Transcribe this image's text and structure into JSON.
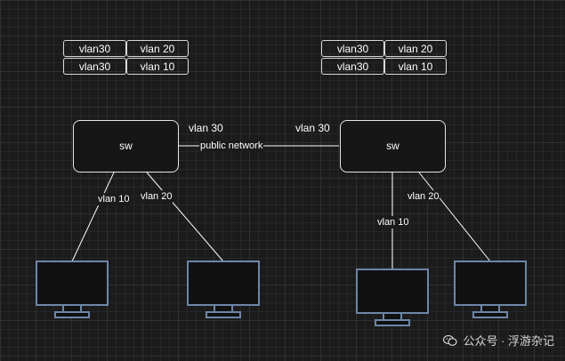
{
  "switches": {
    "left_label": "sw",
    "right_label": "sw"
  },
  "vlan_tables": {
    "left": [
      [
        "vlan30",
        "vlan 20"
      ],
      [
        "vlan30",
        "vlan 10"
      ]
    ],
    "right": [
      [
        "vlan30",
        "vlan 20"
      ],
      [
        "vlan30",
        "vlan 10"
      ]
    ]
  },
  "links": {
    "trunk_left_label": "vlan 30",
    "trunk_right_label": "vlan 30",
    "trunk_middle_label": "public network",
    "left_vlan10": "vlan 10",
    "left_vlan20": "vlan 20",
    "right_vlan10": "vlan 10",
    "right_vlan20": "vlan 20"
  },
  "watermark": {
    "text": "公众号 · 浮游杂记",
    "icon": "wechat-icon"
  },
  "colors": {
    "background": "#1b1b1b",
    "line": "#ffffff",
    "monitor_frame": "#6d86a8",
    "monitor_screen": "#111111"
  }
}
